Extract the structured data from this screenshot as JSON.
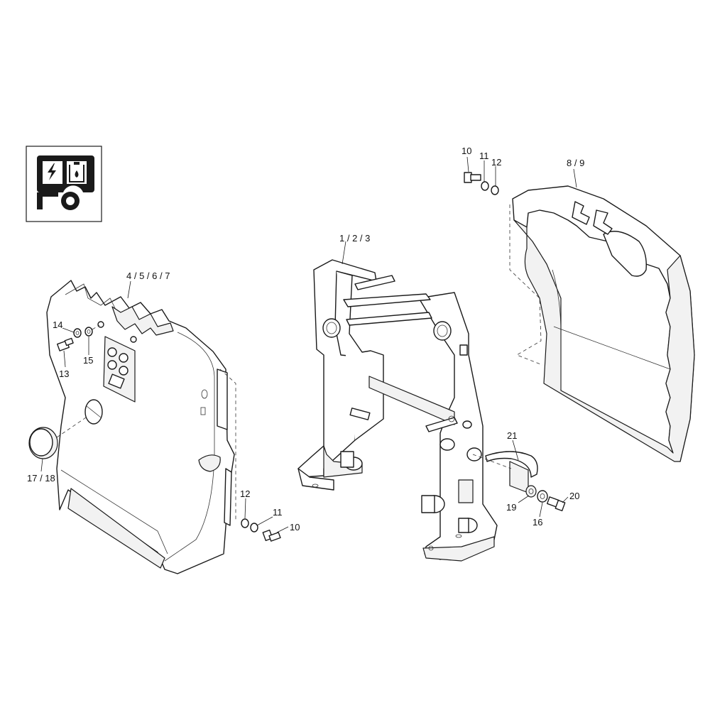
{
  "callouts": {
    "c_1_2_3": "1 / 2  / 3",
    "c_4_5_6_7": "4 / 5 / 6 / 7",
    "c_8_9": "8  /  9",
    "c_10_top": "10",
    "c_11_top": "11",
    "c_12_top": "12",
    "c_12_bot": "12",
    "c_11_bot": "11",
    "c_10_bot": "10",
    "c_13": "13",
    "c_14": "14",
    "c_15": "15",
    "c_16": "16",
    "c_17_18": "17 / 18",
    "c_19": "19",
    "c_20": "20",
    "c_21": "21"
  },
  "icons": {
    "category_icon": "generator-trailer-icon"
  }
}
